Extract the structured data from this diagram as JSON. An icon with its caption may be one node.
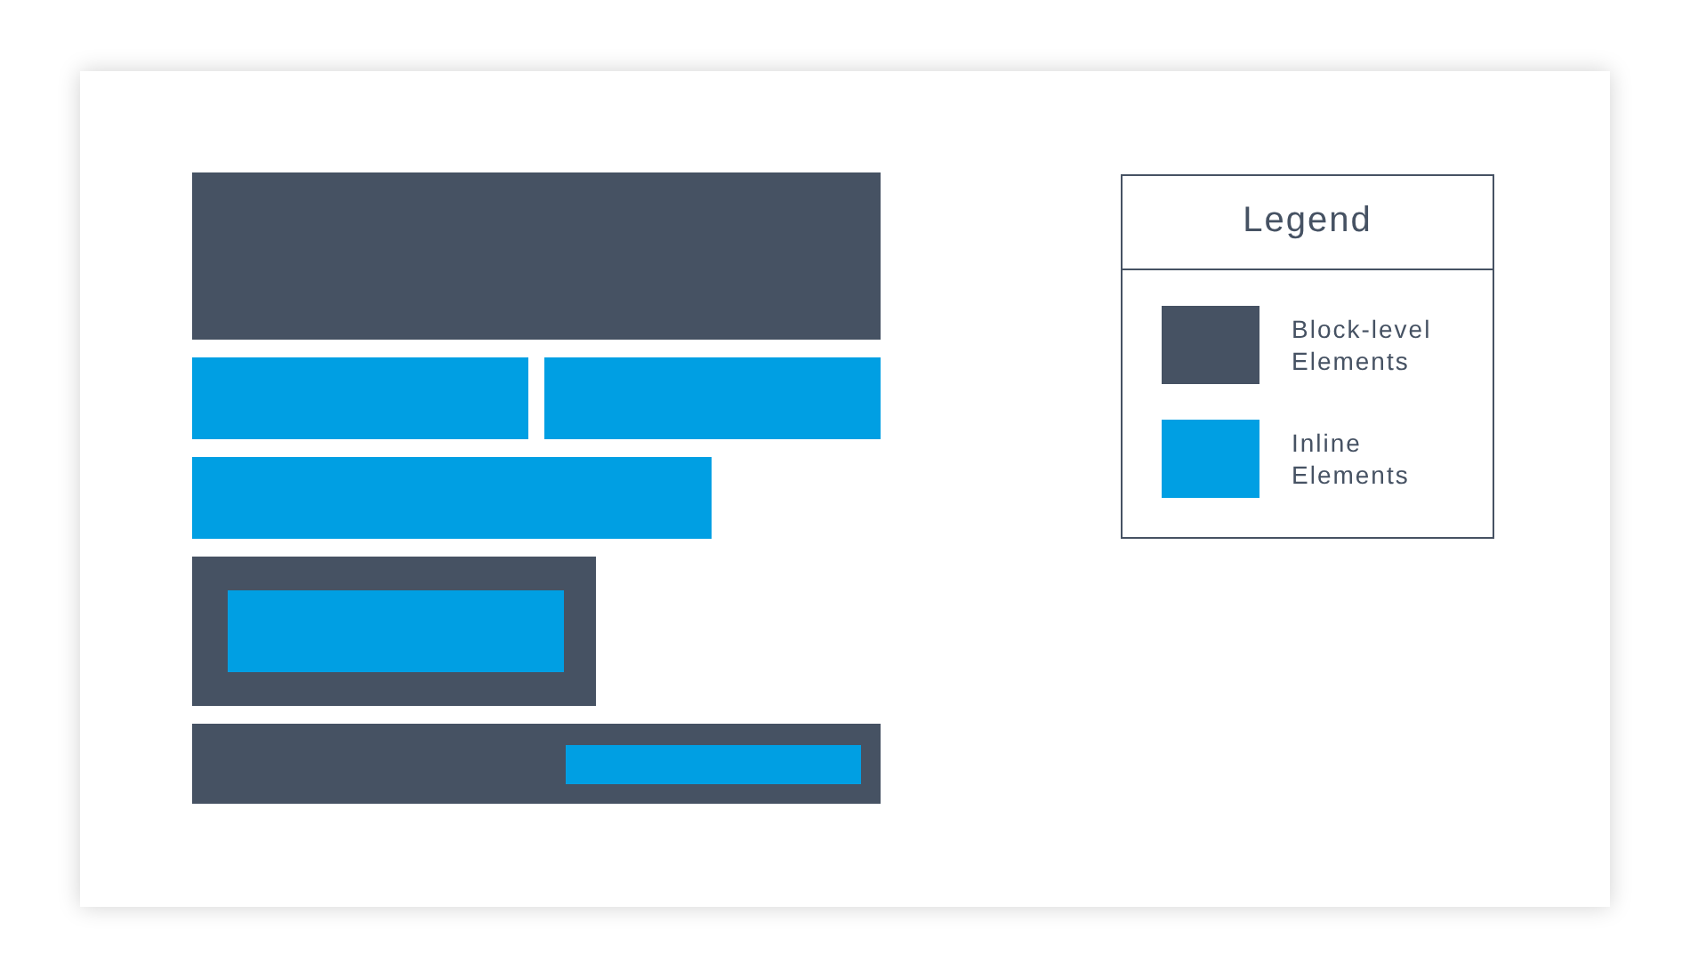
{
  "diagram": {
    "nodes": [
      {
        "text": [],
        "shape": "box"
      },
      {
        "text": [],
        "shape": "box"
      },
      {
        "text": [],
        "shape": "box"
      },
      {
        "text": [],
        "shape": "box"
      },
      {
        "text": [],
        "shape": "box"
      },
      {
        "text": [],
        "shape": "box",
        "in": 4
      },
      {
        "text": [],
        "shape": "box"
      },
      {
        "text": [],
        "shape": "box",
        "in": 6
      }
    ],
    "labels": [
      "Legend"
    ],
    "legend": [
      {
        "text": "Block-level Elements",
        "color": "#465263"
      },
      {
        "text": "Inline Elements",
        "color": "#009fe3"
      }
    ]
  }
}
